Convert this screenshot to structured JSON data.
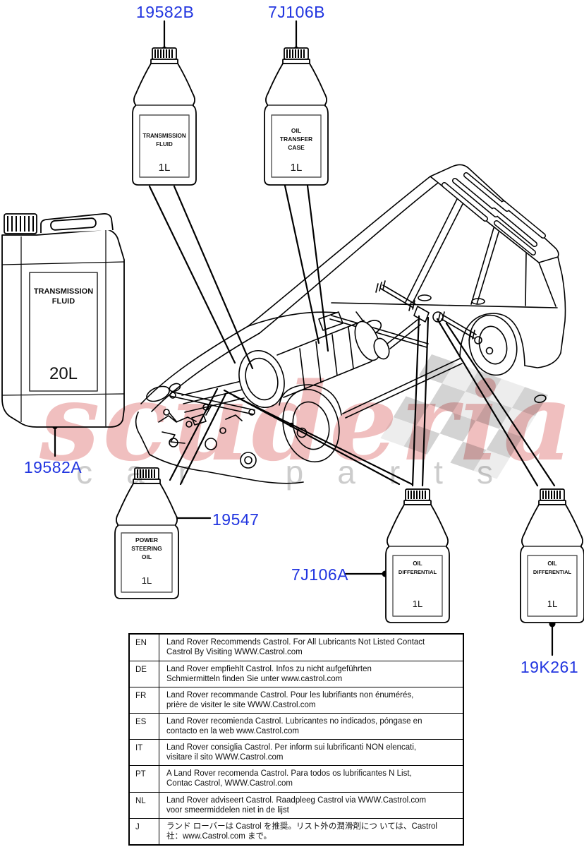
{
  "page": {
    "kind": "parts-catalog-diagram"
  },
  "colors": {
    "part_number_blue": "#2135e0",
    "line_art_black": "#000000",
    "watermark_red": "rgba(206,44,44,0.30)",
    "watermark_gray": "#c9c9c9",
    "flag_gray_dark": "#d3d3d3",
    "flag_gray_light": "#ededed"
  },
  "watermark": {
    "brand": "scuderia",
    "tagline": "car parts"
  },
  "bottles": [
    {
      "part": "19582B",
      "lines": [
        "TRANSMISSION",
        "FLUID"
      ],
      "size": "1L"
    },
    {
      "part": "7J106B",
      "lines": [
        "OIL",
        "TRANSFER",
        "CASE"
      ],
      "size": "1L"
    },
    {
      "part": "19582A",
      "lines": [
        "TRANSMISSION",
        "FLUID"
      ],
      "size": "20L"
    },
    {
      "part": "19547",
      "lines": [
        "POWER",
        "STEERING",
        "OIL"
      ],
      "size": "1L"
    },
    {
      "part": "7J106A",
      "lines": [
        "OIL",
        "DIFFERENTIAL"
      ],
      "size": "1L"
    },
    {
      "part": "19K261",
      "lines": [
        "OIL",
        "DIFFERENTIAL"
      ],
      "size": "1L"
    }
  ],
  "table": {
    "rows": [
      {
        "lang": "EN",
        "line1": "Land Rover Recommends Castrol.  For All Lubricants Not Listed Contact",
        "line2": "Castrol By Visiting WWW.Castrol.com"
      },
      {
        "lang": "DE",
        "line1": "Land Rover empfiehlt Castrol.  Infos zu nicht aufgeführten",
        "line2": "Schmiermitteln finden Sie unter www.castrol.com"
      },
      {
        "lang": "FR",
        "line1": "Land Rover recommande Castrol. Pour les lubrifiants non énumérés,",
        "line2": "prière de visiter le site WWW.Castrol.com"
      },
      {
        "lang": "ES",
        "line1": "Land Rover recomienda Castrol.  Lubricantes no indicados, póngase en",
        "line2": "contacto en la web www.Castrol.com"
      },
      {
        "lang": "IT",
        "line1": "Land Rover consiglia Castrol.  Per inform sui lubrificanti NON elencati,",
        "line2": "visitare il sito WWW.Castrol.com"
      },
      {
        "lang": "PT",
        "line1": "A Land Rover recomenda Castrol.  Para todos os lubrificantes N List,",
        "line2": "Contac Castrol, WWW.Castrol.com"
      },
      {
        "lang": "NL",
        "line1": "Land Rover adviseert Castrol.  Raadpleeg Castrol via WWW.Castrol.com",
        "line2": "voor smeermiddelen niet in de lijst"
      },
      {
        "lang": "J",
        "line1": "ランド ローバーは Castrol を推奨。リスト外の潤滑剤につ いては、Castrol",
        "line2": "社：www.Castrol.com まで。"
      }
    ]
  }
}
